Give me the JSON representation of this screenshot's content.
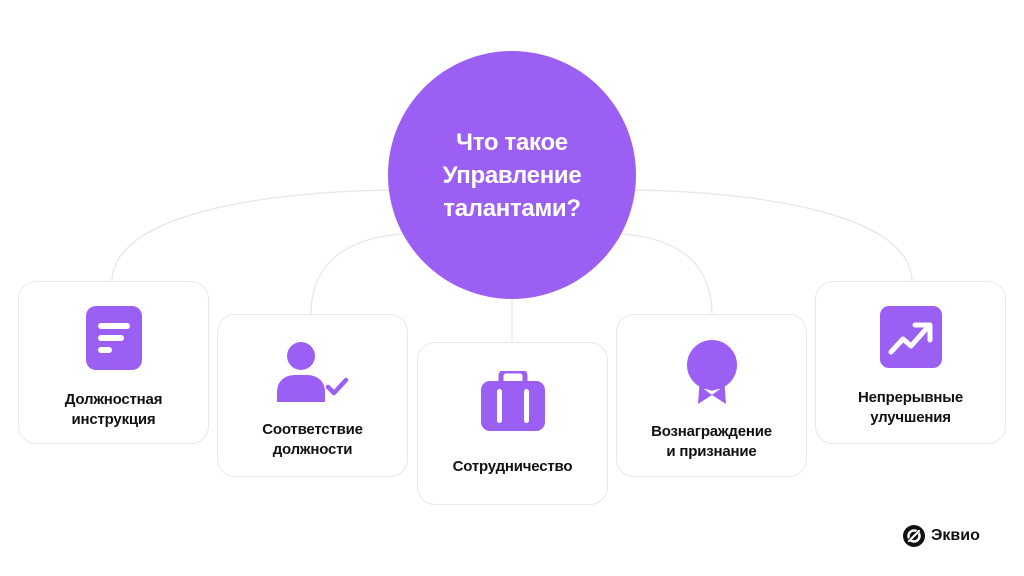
{
  "center": {
    "title": "Что такое Управление талантами?"
  },
  "cards": [
    {
      "label": "Должностная\nинструкция",
      "icon": "document-icon"
    },
    {
      "label": "Соответствие\nдолжности",
      "icon": "user-check-icon"
    },
    {
      "label": "Сотрудничество",
      "icon": "briefcase-icon"
    },
    {
      "label": "Вознаграждение\nи признание",
      "icon": "award-medal-icon"
    },
    {
      "label": "Непрерывные\nулучшения",
      "icon": "trend-up-icon"
    }
  ],
  "logo": {
    "text": "Эквио"
  },
  "colors": {
    "accent": "#9b5ff3",
    "card_border": "#e6e8ec",
    "connector": "#e3e6ea",
    "text": "#111111"
  }
}
